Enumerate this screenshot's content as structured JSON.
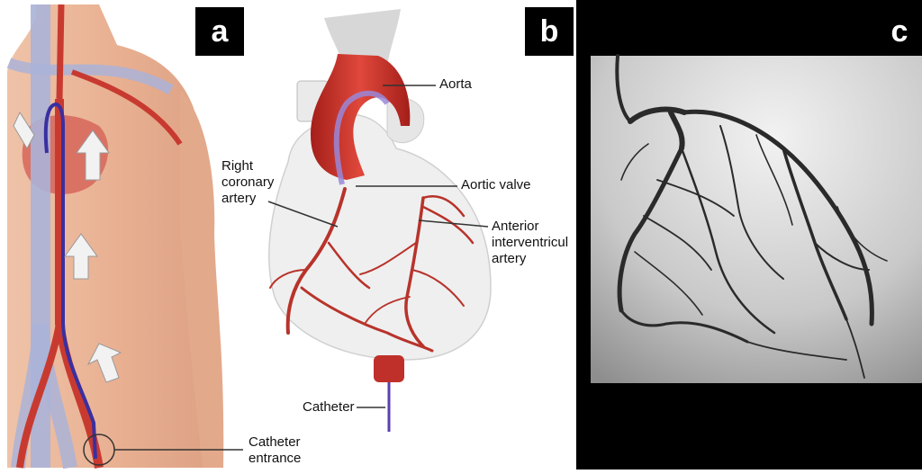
{
  "panels": {
    "a": {
      "label": "a"
    },
    "b": {
      "label": "b"
    },
    "c": {
      "label": "c"
    }
  },
  "annotations": {
    "aorta": "Aorta",
    "right_coronary_artery": "Right\ncoronary\nartery",
    "aortic_valve": "Aortic valve",
    "anterior_interventricular_artery": "Anterior\ninterventricul\nartery",
    "catheter": "Catheter",
    "catheter_entrance": "Catheter\nentrance"
  },
  "colors": {
    "skin": "#e9b49a",
    "artery": "#c83a30",
    "vein": "#aab3d8",
    "catheter": "#3a2fa0",
    "heart_white": "#f1f1f1",
    "angiogram_bg": "#000000"
  }
}
